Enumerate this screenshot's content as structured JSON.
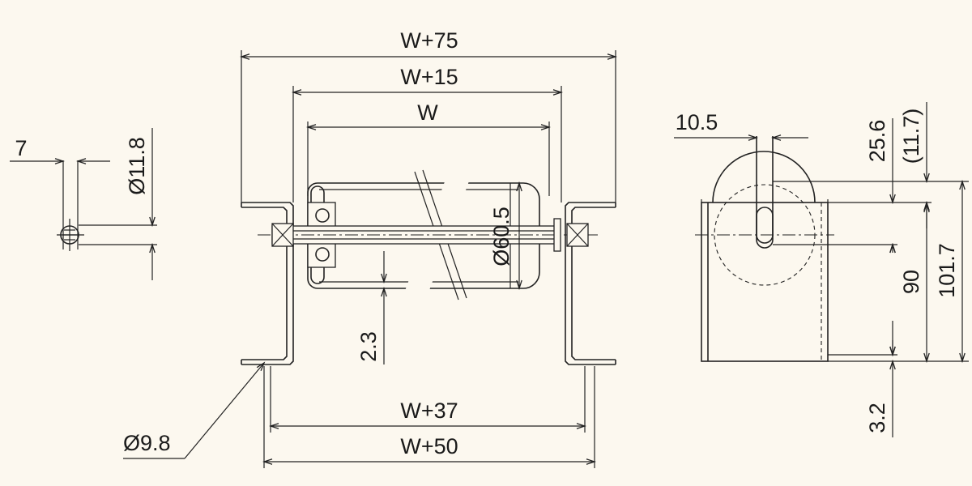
{
  "diagram": {
    "background": "#fcf8ef",
    "line_color": "#222222",
    "dimensions": {
      "w_plus_75": "W+75",
      "w_plus_15": "W+15",
      "w": "W",
      "w_plus_37": "W+37",
      "w_plus_50": "W+50",
      "roller_dia": "Ø60.5",
      "shaft_thk": "2.3",
      "hole_dia": "Ø9.8",
      "shaft_end_width": "7",
      "shaft_end_dia": "Ø11.8",
      "slot_width": "10.5",
      "slot_top": "25.6",
      "slot_top_paren": "(11.7)",
      "frame_height": "101.7",
      "axis_height": "90",
      "base_thk": "3.2"
    }
  }
}
